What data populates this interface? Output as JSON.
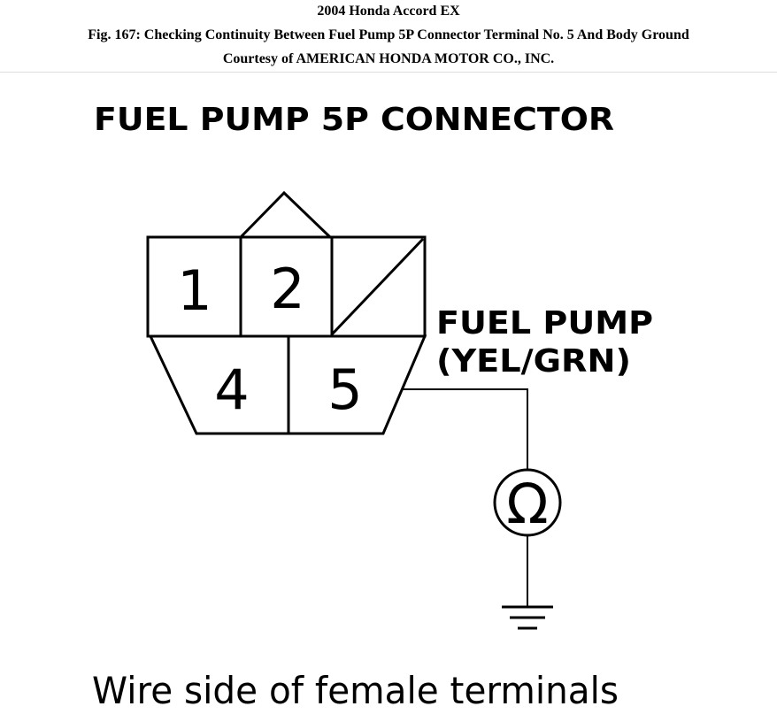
{
  "header": {
    "title": "2004 Honda Accord EX",
    "caption": "Fig. 167: Checking Continuity Between Fuel Pump 5P Connector Terminal No. 5 And Body Ground",
    "courtesy": "Courtesy of AMERICAN HONDA MOTOR CO., INC."
  },
  "diagram": {
    "connector_title": "FUEL PUMP 5P CONNECTOR",
    "terminals": {
      "t1": "1",
      "t2": "2",
      "t4": "4",
      "t5": "5"
    },
    "wire_label_line1": "FUEL PUMP",
    "wire_label_line2": "(YEL/GRN)",
    "ohm_symbol": "Ω",
    "footer_label": "Wire side of female terminals"
  }
}
